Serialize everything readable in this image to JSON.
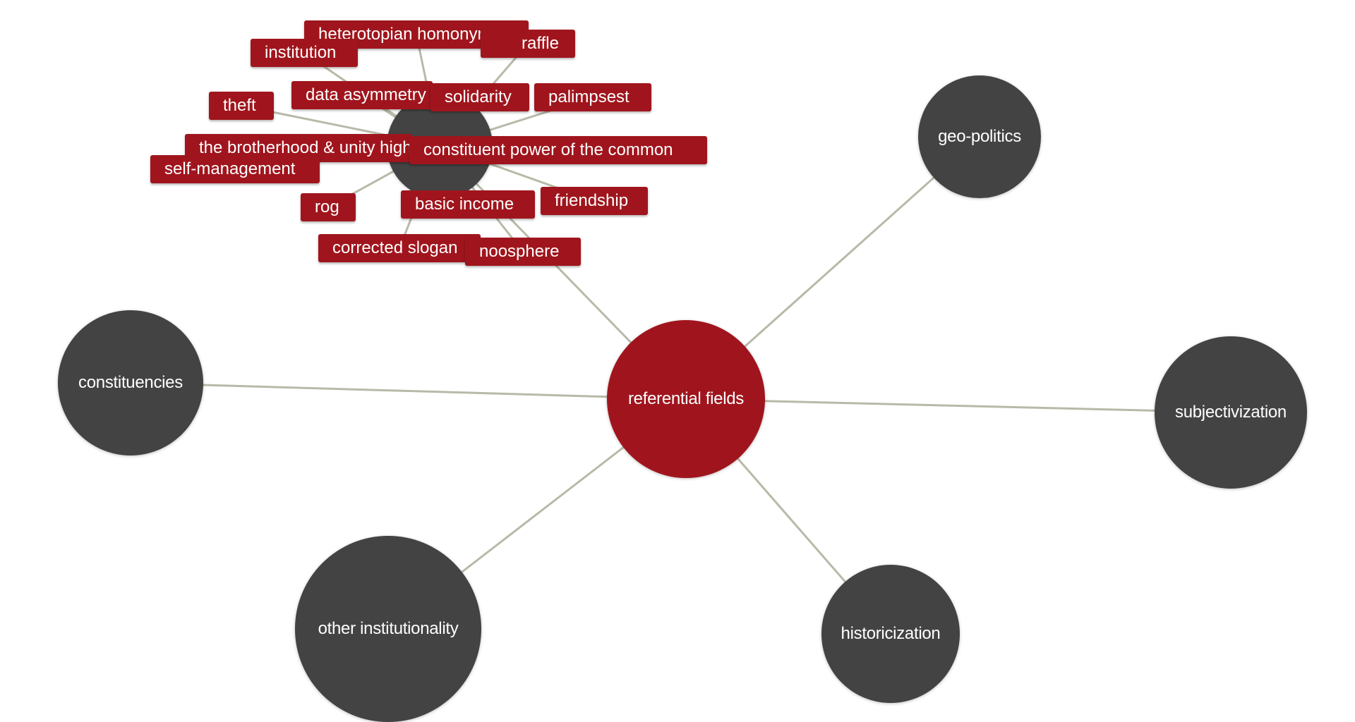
{
  "colors": {
    "center_node": "#a0151d",
    "node": "#434343",
    "tag": "#a0151d",
    "edge": "#b9b9a8",
    "label": "#ffffff"
  },
  "center": {
    "label": "referential fields"
  },
  "nodes": [
    {
      "id": "geo-politics",
      "label": "geo-politics"
    },
    {
      "id": "subjectivization",
      "label": "subjectivization"
    },
    {
      "id": "historicization",
      "label": "historicization"
    },
    {
      "id": "other-institutionality",
      "label": "other institutionality"
    },
    {
      "id": "constituencies",
      "label": "constituencies"
    },
    {
      "id": "hub",
      "label": ""
    }
  ],
  "tags": [
    {
      "id": "heterotopian-homonymy",
      "label": "heterotopian homonymy"
    },
    {
      "id": "raffle",
      "label": "raffle"
    },
    {
      "id": "institution",
      "label": "institution"
    },
    {
      "id": "data-asymmetry",
      "label": "data asymmetry"
    },
    {
      "id": "solidarity",
      "label": "solidarity"
    },
    {
      "id": "palimpsest",
      "label": "palimpsest"
    },
    {
      "id": "theft",
      "label": "theft"
    },
    {
      "id": "brotherhood-unity",
      "label": "the brotherhood & unity highway"
    },
    {
      "id": "self-management",
      "label": "self-management"
    },
    {
      "id": "constituent-power",
      "label": "constituent power of the common"
    },
    {
      "id": "rog",
      "label": "rog"
    },
    {
      "id": "basic-income",
      "label": "basic income"
    },
    {
      "id": "friendship",
      "label": "friendship"
    },
    {
      "id": "corrected-slogan",
      "label": "corrected slogan"
    },
    {
      "id": "noosphere",
      "label": "noosphere"
    }
  ]
}
